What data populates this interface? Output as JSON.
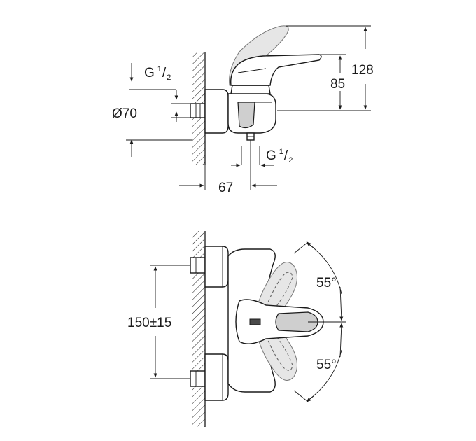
{
  "side_view": {
    "inlet_thread": {
      "letter": "G",
      "numerator": "1",
      "denominator": "2"
    },
    "outlet_thread": {
      "letter": "G",
      "numerator": "1",
      "denominator": "2"
    },
    "diameter_label": "Ø70",
    "depth_label": "67",
    "height_upper_label": "128",
    "height_lower_label": "85"
  },
  "front_view": {
    "centers_label": "150±15",
    "angle_upper_label": "55°",
    "angle_lower_label": "55°"
  }
}
